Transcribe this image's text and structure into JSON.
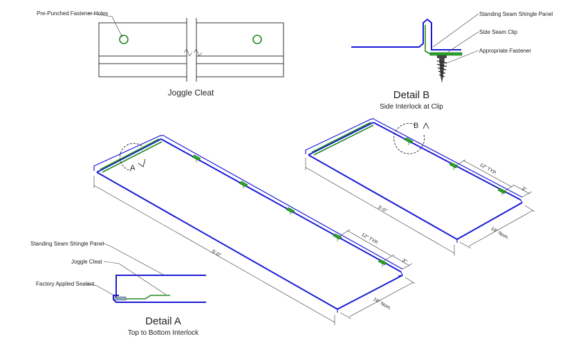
{
  "colors": {
    "panel": "#1a1ad6",
    "clip": "#2aa52a",
    "line": "#333333"
  },
  "joggle_cleat": {
    "callout": "Pre-Punched Fastener Holes",
    "title": "Joggle Cleat"
  },
  "detail_b": {
    "callouts": [
      "Standing Seam Shingle Panel",
      "Side Seam Clip",
      "Appropriate Fastener"
    ],
    "title": "Detail B",
    "subtitle": "Side Interlock at Clip"
  },
  "detail_a": {
    "callouts": [
      "Standing Seam Shingle Panel",
      "Joggle Cleat",
      "Factory Applied Sealant"
    ],
    "title": "Detail A",
    "subtitle": "Top to Bottom Interlock"
  },
  "panel_large": {
    "marker": "A",
    "dims": {
      "length": "5'-0\"",
      "spacing": "12\" TYP.",
      "edge": "3\"",
      "width": "16\" Nom."
    }
  },
  "panel_small": {
    "marker": "B",
    "dims": {
      "length": "3'-0\"",
      "spacing": "12\" TYP.",
      "edge": "3\"",
      "width": "16\" Nom."
    }
  }
}
